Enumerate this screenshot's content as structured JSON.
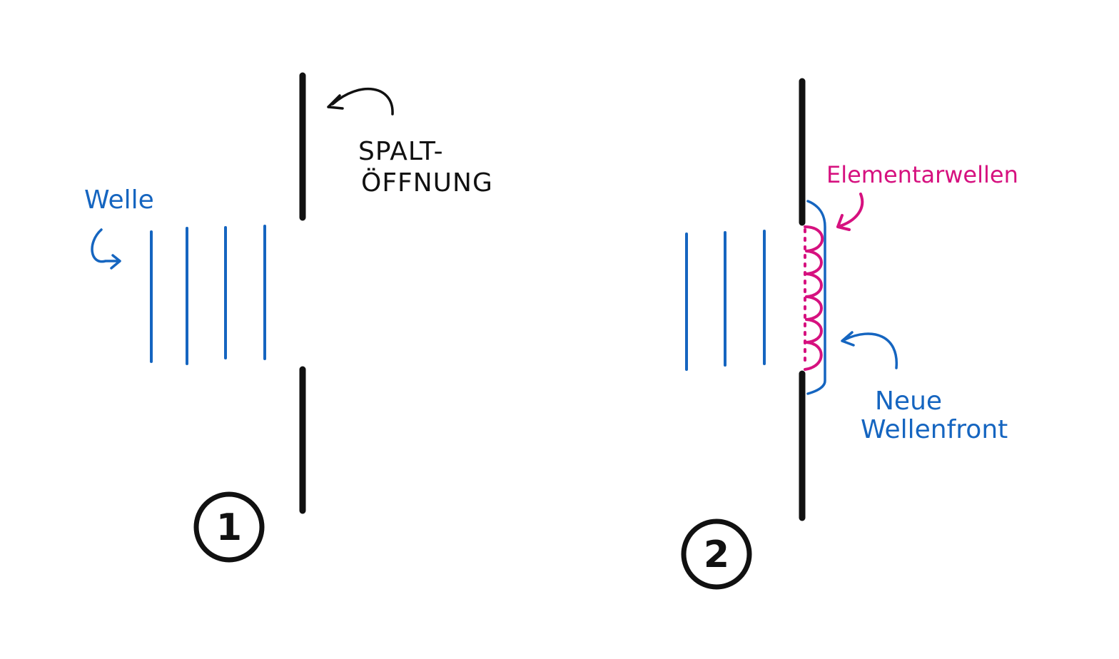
{
  "colors": {
    "wall": "#111111",
    "wave": "#1565c0",
    "elementary": "#d6117f"
  },
  "panel1": {
    "number": "1",
    "wave_label": "Welle",
    "slit_label_line1": "SPALT-",
    "slit_label_line2": "ÖFFNUNG"
  },
  "panel2": {
    "number": "2",
    "elementary_label": "Elementarwellen",
    "wavefront_label_line1": "Neue",
    "wavefront_label_line2": "Wellenfront"
  }
}
